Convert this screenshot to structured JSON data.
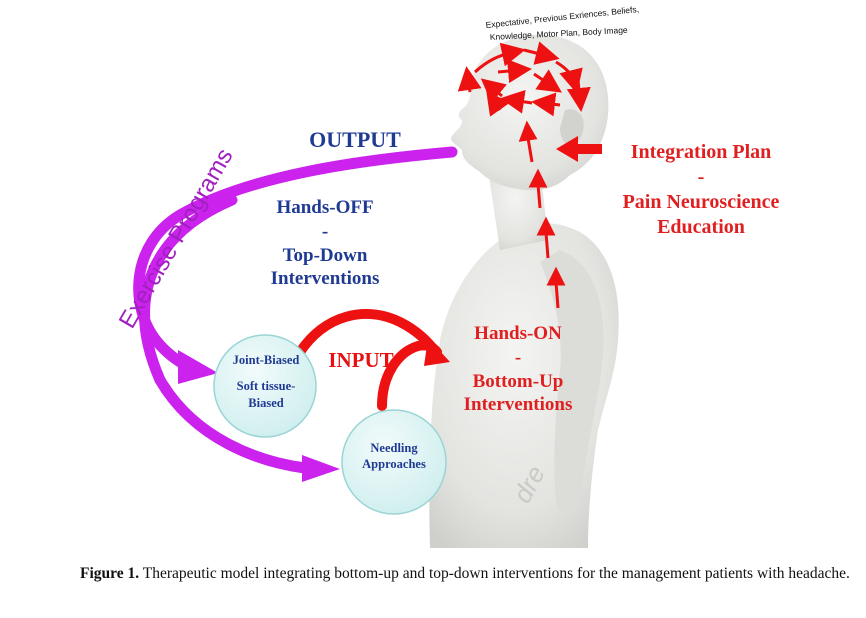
{
  "top_label": {
    "line1": "Expectative, Previous Exriences, Beliefs,",
    "line2": "Knowledge, Motor Plan, Body Image"
  },
  "output_label": "OUTPUT",
  "input_label": "INPUT",
  "exercise_label": "Exercise Programs",
  "hands_off": {
    "line1": "Hands-OFF",
    "dash": "-",
    "line2": "Top-Down",
    "line3": "Interventions"
  },
  "hands_on": {
    "line1": "Hands-ON",
    "dash": "-",
    "line2": "Bottom-Up",
    "line3": "Interventions"
  },
  "integration": {
    "line1": "Integration Plan",
    "dash": "-",
    "line2": "Pain Neuroscience",
    "line3": "Education"
  },
  "circle1": {
    "line1": "Joint-Biased",
    "line2": "Soft tissue-",
    "line3": "Biased"
  },
  "circle2": {
    "line1": "Needling",
    "line2": "Approaches"
  },
  "caption": {
    "label": "Figure 1.",
    "text": " Therapeutic model integrating bottom-up and top-down interventions for the management patients with headache."
  },
  "colors": {
    "magenta": "#cc22ee",
    "red": "#ee1111",
    "blue": "#1f3a93",
    "circle_fill": "#dff3f3"
  }
}
